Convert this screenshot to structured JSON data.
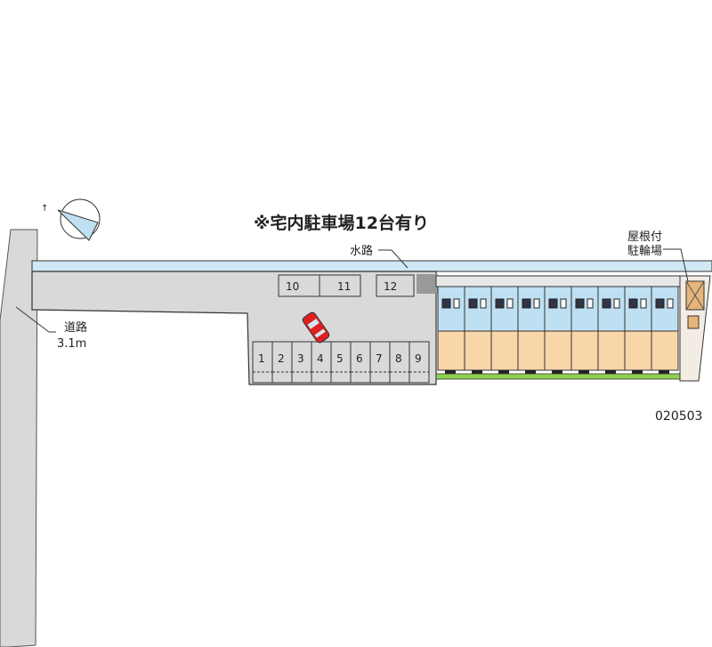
{
  "title": "※宅内駐車場12台有り",
  "labels": {
    "waterway": "水路",
    "road": "道路",
    "road_width": "3.1m",
    "bike_parking_line1": "屋根付",
    "bike_parking_line2": "駐輪場",
    "code": "020503"
  },
  "parking_spaces_bottom": [
    "1",
    "2",
    "3",
    "4",
    "5",
    "6",
    "7",
    "8",
    "9"
  ],
  "parking_spaces_top": [
    "10",
    "11",
    "12"
  ],
  "building_units": 9,
  "colors": {
    "lot": "#d9d9d9",
    "water": "#cfe8f3",
    "unit_blue": "#bfe0f2",
    "unit_tan": "#f8d6a8",
    "grass": "#8fd14f",
    "car": "#e02020"
  }
}
